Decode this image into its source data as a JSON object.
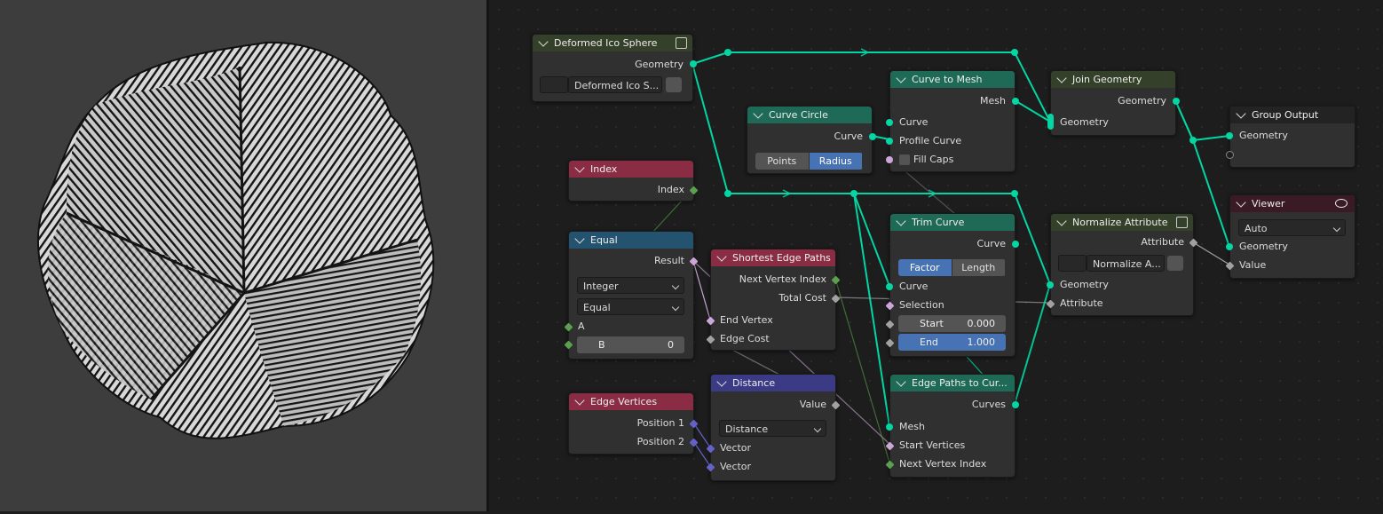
{
  "colors": {
    "geometry_socket": "#00d6a3",
    "float_socket": "#a1a1a1",
    "int_socket": "#5aa04f",
    "bool_socket": "#cca6d6",
    "vector_socket": "#6363c7",
    "active_button": "#4772b3"
  },
  "nodes": {
    "deformed_ico_sphere": {
      "title": "Deformed Ico Sphere",
      "output": "Geometry",
      "group_name": "Deformed Ico S..."
    },
    "index": {
      "title": "Index",
      "output": "Index"
    },
    "equal": {
      "title": "Equal",
      "output": "Result",
      "data_type": "Integer",
      "mode": "Equal",
      "input_a": "A",
      "input_b": "B",
      "b_value": "0"
    },
    "edge_vertices": {
      "title": "Edge Vertices",
      "out1": "Position 1",
      "out2": "Position 2"
    },
    "curve_circle": {
      "title": "Curve Circle",
      "output": "Curve",
      "mode_points": "Points",
      "mode_radius": "Radius"
    },
    "shortest_edge_paths": {
      "title": "Shortest Edge Paths",
      "out1": "Next Vertex Index",
      "out2": "Total Cost",
      "in1": "End Vertex",
      "in2": "Edge Cost"
    },
    "distance": {
      "title": "Distance",
      "output": "Value",
      "mode": "Distance",
      "in1": "Vector",
      "in2": "Vector"
    },
    "curve_to_mesh": {
      "title": "Curve to Mesh",
      "output": "Mesh",
      "in1": "Curve",
      "in2": "Profile Curve",
      "in3": "Fill Caps"
    },
    "trim_curve": {
      "title": "Trim Curve",
      "output": "Curve",
      "mode_factor": "Factor",
      "mode_length": "Length",
      "in_curve": "Curve",
      "in_selection": "Selection",
      "start_label": "Start",
      "start_value": "0.000",
      "end_label": "End",
      "end_value": "1.000"
    },
    "edge_paths_to_curves": {
      "title": "Edge Paths to Cur...",
      "output": "Curves",
      "in1": "Mesh",
      "in2": "Start Vertices",
      "in3": "Next Vertex Index"
    },
    "join_geometry": {
      "title": "Join Geometry",
      "output": "Geometry",
      "input": "Geometry"
    },
    "normalize_attribute": {
      "title": "Normalize Attribute",
      "output": "Attribute",
      "group_name": "Normalize A...",
      "in1": "Geometry",
      "in2": "Attribute"
    },
    "group_output": {
      "title": "Group Output",
      "input": "Geometry"
    },
    "viewer": {
      "title": "Viewer",
      "domain": "Auto",
      "in1": "Geometry",
      "in2": "Value"
    }
  }
}
